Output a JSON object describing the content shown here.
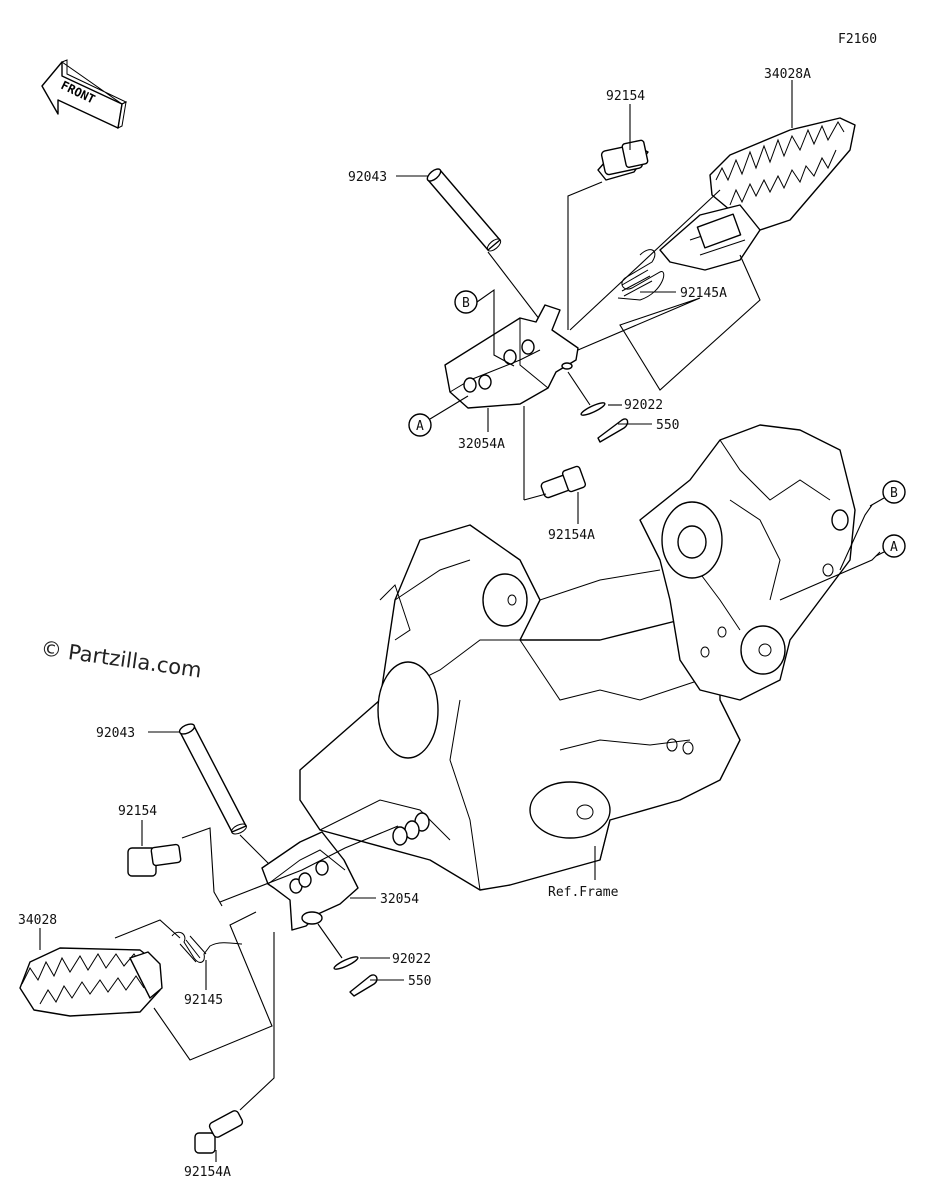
{
  "figure_code": "F2160",
  "front_arrow_label": "FRONT",
  "watermark": "© Partzilla.com",
  "labels": {
    "p92154_top": "92154",
    "p34028A": "34028A",
    "p92043_top": "92043",
    "p92145A": "92145A",
    "p92022_top": "92022",
    "p550_top": "550",
    "p32054A": "32054A",
    "p92154A_top": "92154A",
    "p92043_bot": "92043",
    "p92154_bot": "92154",
    "p32054": "32054",
    "p34028": "34028",
    "p92145": "92145",
    "p92022_bot": "92022",
    "p550_bot": "550",
    "p92154A_bot": "92154A",
    "ref_frame": "Ref.Frame"
  },
  "callouts": {
    "a_left": "A",
    "b_left": "B",
    "a_right": "A",
    "b_right": "B"
  }
}
